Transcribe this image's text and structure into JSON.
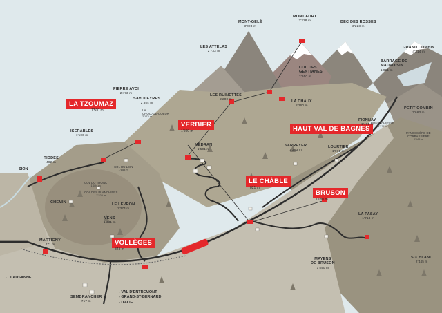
{
  "places": {
    "la_tzoumaz": {
      "name": "LA TZOUMAZ",
      "alt": "1'500 m"
    },
    "verbier": {
      "name": "VERBIER",
      "alt": "1'500 m"
    },
    "le_chable": {
      "name": "LE CHÂBLE",
      "alt": "821 m"
    },
    "haut_val": {
      "name": "HAUT VAL DE BAGNES"
    },
    "bruson": {
      "name": "BRUSON",
      "alt": "1'080 m"
    },
    "volleges": {
      "name": "VOLLÈGES",
      "alt": "843 m"
    }
  },
  "labels": {
    "mont_fort": {
      "name": "MONT-FORT",
      "alt": "3'328 m"
    },
    "mont_gele": {
      "name": "MONT-GELÉ",
      "alt": "3'023 m"
    },
    "bec_des_rosses": {
      "name": "BEC DES ROSSES",
      "alt": "3'223 m"
    },
    "les_attelas": {
      "name": "LES ATTELAS",
      "alt": "2'733 m"
    },
    "grand_combin": {
      "name": "GRAND COMBIN",
      "alt": "4'314 m"
    },
    "col_des_gentianes": {
      "name": "COL DES GENTIANES",
      "alt": "2'950 m"
    },
    "barrage": {
      "name": "BARRAGE DE MAUVOISIN",
      "alt": "1'961 m"
    },
    "les_ruinettes": {
      "name": "LES RUINETTES",
      "alt": "2'200 m"
    },
    "la_chaux": {
      "name": "LA CHAUX",
      "alt": "2'260 m"
    },
    "pierre_avoi": {
      "name": "PIERRE AVOI",
      "alt": "2'473 m"
    },
    "savoleyres": {
      "name": "SAVOLEYRES",
      "alt": "2'354 m"
    },
    "petit_combin": {
      "name": "PETIT COMBIN",
      "alt": "3'663 m"
    },
    "iserables": {
      "name": "ISÉRABLES",
      "alt": "1'106 m"
    },
    "fionnay": {
      "name": "FIONNAY",
      "alt": "1'491 m"
    },
    "medran": {
      "name": "MÉDRAN",
      "alt": "1'501 m"
    },
    "sarreyer": {
      "name": "SARREYER",
      "alt": "1'243 m"
    },
    "lourtier": {
      "name": "LOURTIER",
      "alt": "1'071 m"
    },
    "riddes": {
      "name": "RIDDES",
      "alt": "482 m"
    },
    "chemin": {
      "name": "CHEMIN"
    },
    "le_levron": {
      "name": "LE LEVRON",
      "alt": "1'374 m"
    },
    "vens": {
      "name": "VENS",
      "alt": "1'331 m"
    },
    "martigny": {
      "name": "MARTIGNY",
      "alt": "471 m"
    },
    "la_pasay": {
      "name": "LA PASAY",
      "alt": "1'714 m"
    },
    "mayens": {
      "name": "MAYENS\nDE BRUSON",
      "alt": "1'540 m"
    },
    "six_blanc": {
      "name": "SIX BLANC",
      "alt": "2'445 m"
    },
    "sembrancher": {
      "name": "SEMBRANCHER",
      "alt": "717 m"
    }
  },
  "small_labels": {
    "croix": {
      "name": "LA\nCROIX-DE-COEUR",
      "alt": "2'173 m"
    },
    "col_du_lein": {
      "name": "COL DU LEIN",
      "alt": "1'658 m"
    },
    "col_du_tronc": {
      "name": "COL DU TRONC",
      "alt": "1'604 m"
    },
    "planchiers": {
      "name": "COL DES PLANCHIERS",
      "alt": "1'??? m"
    },
    "bonatchiesse": {
      "name": "BONATCHIESSE",
      "alt": "1'??? m"
    },
    "panossiere": {
      "name": "PANOSSIÈRE DE\nCORBASSIÈRE",
      "alt": "2'645 m"
    }
  },
  "directions": {
    "sion": "SION",
    "lausanne": "← LAUSANNE",
    "south": "- VAL D'ENTREMONT\n- GRAND-ST-BERNARD\n- ITALIE"
  },
  "colors": {
    "sky": "#dfe9ec",
    "valley": "#b7b1a1",
    "mountain_dark": "#8b857c",
    "mountain_light": "#a49d92",
    "snow": "#ffffff",
    "road": "#2d2d2d",
    "accent_red": "#e4282b"
  }
}
